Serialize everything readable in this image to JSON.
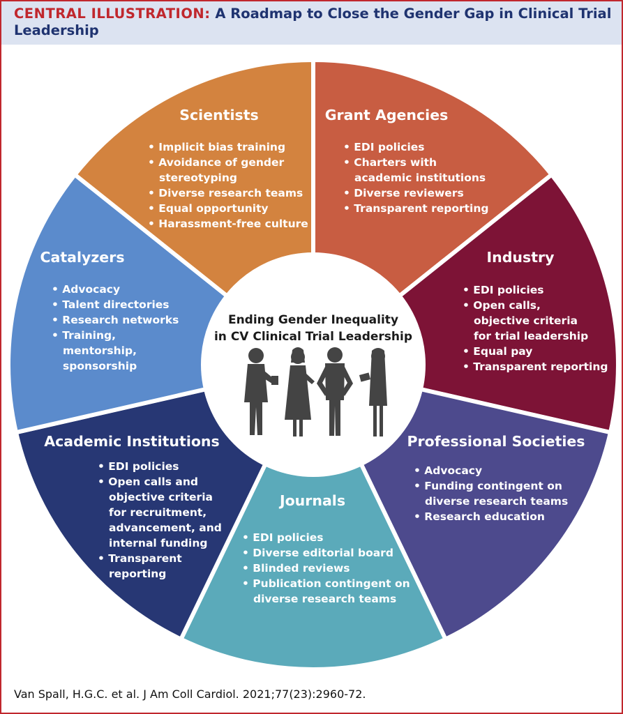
{
  "header": {
    "label": "CENTRAL ILLUSTRATION:",
    "title": "A Roadmap to Close the Gender Gap in Clinical Trial Leadership"
  },
  "center": {
    "title_lines": [
      "Ending Gender Inequality",
      "in CV Clinical Trial Leadership"
    ],
    "icon": "people-silhouettes-icon"
  },
  "segments": [
    {
      "id": "scientists",
      "title": "Scientists",
      "color": "#c85d42",
      "items": [
        [
          "• Implicit bias training"
        ],
        [
          "• Avoidance of gender",
          "stereotyping"
        ],
        [
          "• Diverse research teams"
        ],
        [
          "• Equal opportunity"
        ],
        [
          "• Harassment-free culture"
        ]
      ]
    },
    {
      "id": "grant-agencies",
      "title": "Grant Agencies",
      "color": "#7d1336",
      "items": [
        [
          "• EDI policies"
        ],
        [
          "• Charters with",
          "academic institutions"
        ],
        [
          "• Diverse reviewers"
        ],
        [
          "• Transparent reporting"
        ]
      ]
    },
    {
      "id": "industry",
      "title": "Industry",
      "color": "#4d4a8d",
      "items": [
        [
          "• EDI policies"
        ],
        [
          "• Open calls,",
          "objective criteria",
          "for trial leadership"
        ],
        [
          "• Equal pay"
        ],
        [
          "• Transparent reporting"
        ]
      ]
    },
    {
      "id": "professional-societies",
      "title": "Professional Societies",
      "color": "#5baaba",
      "items": [
        [
          "• Advocacy"
        ],
        [
          "• Funding contingent on",
          "diverse research teams"
        ],
        [
          "• Research education"
        ]
      ]
    },
    {
      "id": "journals",
      "title": "Journals",
      "color": "#273774",
      "items": [
        [
          "• EDI policies"
        ],
        [
          "• Diverse editorial board"
        ],
        [
          "• Blinded reviews"
        ],
        [
          "• Publication contingent on",
          "diverse research teams"
        ]
      ]
    },
    {
      "id": "academic-institutions",
      "title": "Academic Institutions",
      "color": "#5b8bcc",
      "items": [
        [
          "• EDI policies"
        ],
        [
          "• Open calls and",
          "objective criteria",
          "for recruitment,",
          "advancement, and",
          "internal funding"
        ],
        [
          "• Transparent",
          "reporting"
        ]
      ]
    },
    {
      "id": "catalyzers",
      "title": "Catalyzers",
      "color": "#d3833f",
      "items": [
        [
          "• Advocacy"
        ],
        [
          "• Talent directories"
        ],
        [
          "• Research networks"
        ],
        [
          "• Training,",
          "mentorship,",
          "sponsorship"
        ]
      ]
    }
  ],
  "citation": "Van Spall, H.G.C. et al. J Am Coll Cardiol. 2021;77(23):2960-72."
}
